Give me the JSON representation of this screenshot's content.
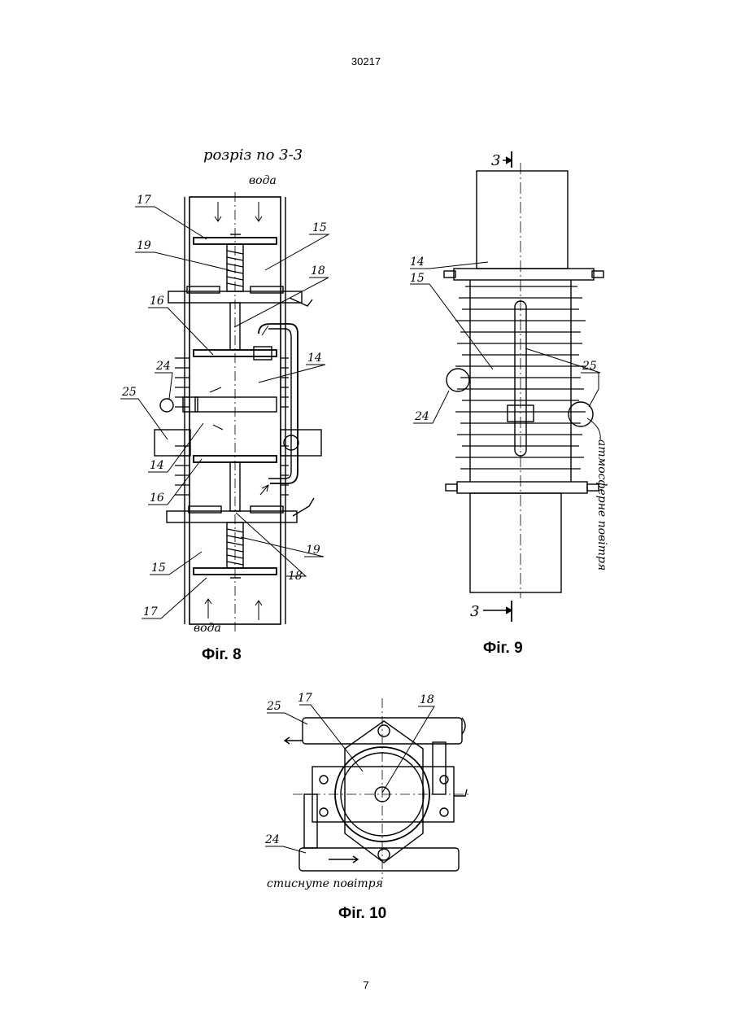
{
  "document": {
    "patent_number": "30217",
    "page_number": "7"
  },
  "fig8": {
    "caption": "Фіг. 8",
    "section_label": "розріз по 3-3",
    "water_top": "вода",
    "water_bottom": "вода",
    "refs": [
      "17",
      "19",
      "15",
      "18",
      "16",
      "14",
      "24",
      "25",
      "14",
      "16",
      "19",
      "15",
      "18",
      "17"
    ]
  },
  "fig9": {
    "caption": "Фіг. 9",
    "section_top": "3",
    "section_bottom": "3",
    "side_note": "атмосферне повітря",
    "refs": [
      "14",
      "15",
      "24",
      "25"
    ]
  },
  "fig10": {
    "caption": "Фіг. 10",
    "compressed_air": "стиснуте повітря",
    "refs": [
      "25",
      "17",
      "18",
      "24"
    ]
  }
}
